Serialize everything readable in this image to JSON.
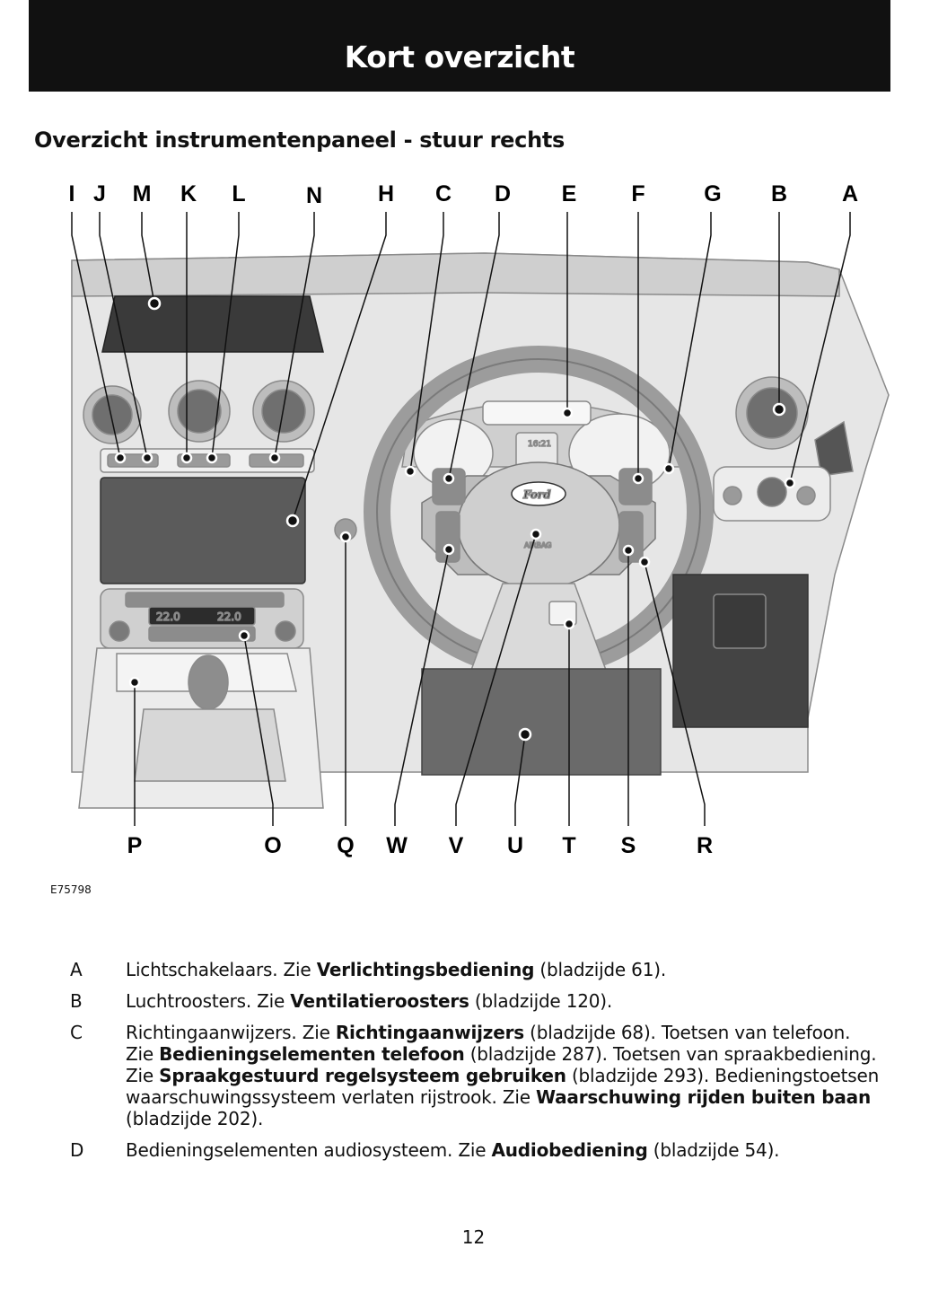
{
  "header": {
    "title": "Kort overzicht"
  },
  "section_title": "Overzicht instrumentenpaneel - stuur rechts",
  "figure": {
    "id": "E75798",
    "labels_top": [
      "I",
      "J",
      "M",
      "K",
      "L",
      "N",
      "H",
      "C",
      "D",
      "E",
      "F",
      "G",
      "B",
      "A"
    ],
    "labels_bottom": [
      "P",
      "O",
      "Q",
      "W",
      "V",
      "U",
      "T",
      "S",
      "R"
    ],
    "steering_logo": "Ford",
    "airbag_text": "AIRBAG",
    "clock": "16:21",
    "climate_left_temp": "22.0",
    "climate_right_temp": "22.0"
  },
  "legend": [
    {
      "letter": "A",
      "parts": [
        {
          "t": "Lichtschakelaars.  Zie "
        },
        {
          "b": "Verlichtingsbediening"
        },
        {
          "t": " (bladzijde 61)."
        }
      ]
    },
    {
      "letter": "B",
      "parts": [
        {
          "t": "Luchtroosters.  Zie "
        },
        {
          "b": "Ventilatieroosters"
        },
        {
          "t": " (bladzijde 120)."
        }
      ]
    },
    {
      "letter": "C",
      "parts": [
        {
          "t": "Richtingaanwijzers.  Zie "
        },
        {
          "b": "Richtingaanwijzers"
        },
        {
          "t": " (bladzijde 68).  Toetsen van telefoon.  Zie "
        },
        {
          "b": "Bedieningselementen telefoon"
        },
        {
          "t": " (bladzijde 287).  Toetsen van spraakbediening.  Zie "
        },
        {
          "b": "Spraakgestuurd regelsysteem gebruiken"
        },
        {
          "t": " (bladzijde 293).  Bedieningstoetsen waarschuwingssysteem verlaten rijstrook.  Zie "
        },
        {
          "b": "Waarschuwing rijden buiten baan"
        },
        {
          "t": " (bladzijde 202)."
        }
      ]
    },
    {
      "letter": "D",
      "parts": [
        {
          "t": "Bedieningselementen audiosysteem.  Zie "
        },
        {
          "b": "Audiobediening"
        },
        {
          "t": " (bladzijde 54)."
        }
      ]
    }
  ],
  "page_number": "12"
}
